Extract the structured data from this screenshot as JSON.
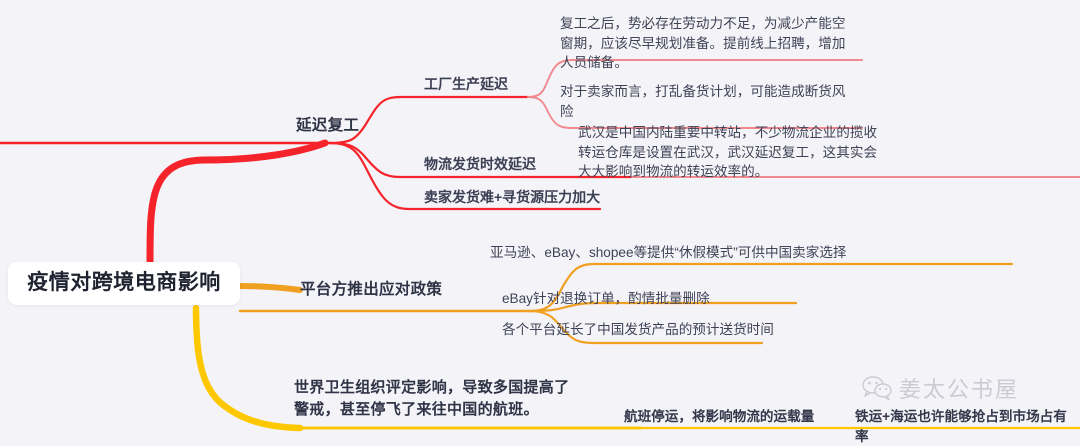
{
  "root": {
    "label": "疫情对跨境电商影响"
  },
  "colors": {
    "branch_delay": "#f5242b",
    "branch_platform": "#f0a020",
    "branch_global": "#fdc800",
    "background": "#f4f3f8",
    "node_fill": "#ffffff",
    "text": "#3a3e52"
  },
  "branches": [
    {
      "id": "delayed-resumption",
      "label": "延迟复工",
      "color": "#f5242b",
      "children": [
        {
          "id": "factory-production-delay",
          "label": "工厂生产延迟",
          "leaves": [
            {
              "id": "labor-shortage",
              "text": "复工之后，势必存在劳动力不足，为减少产能空窗期，应该尽早规划准备。提前线上招聘，增加人员储备。"
            },
            {
              "id": "stock-plan-disruption",
              "text": "对于卖家而言，打乱备货计划，可能造成断货风险"
            }
          ]
        },
        {
          "id": "logistics-delay",
          "label": "物流发货时效延迟",
          "leaves": [
            {
              "id": "wuhan-hub",
              "text": "武汉是中国内陆重要中转站，不少物流企业的揽收转运仓库是设置在武汉，武汉延迟复工，这其实会大大影响到物流的转运效率的。"
            }
          ]
        },
        {
          "id": "shipping-sourcing-pressure",
          "label": "卖家发货难+寻货源压力加大",
          "leaves": []
        }
      ]
    },
    {
      "id": "platform-policies",
      "label": "平台方推出应对政策",
      "color": "#f0a020",
      "children": [
        {
          "id": "vacation-mode",
          "label": "亚马逊、eBay、shopee等提供“休假模式”可供中国卖家选择",
          "leaves": []
        },
        {
          "id": "ebay-returns",
          "label": "eBay针对退换订单，酌情批量删除",
          "leaves": []
        },
        {
          "id": "extended-delivery",
          "label": "各个平台延长了中国发货产品的预计送货时间",
          "leaves": []
        }
      ]
    },
    {
      "id": "global-response",
      "label": "世界卫生组织评定影响，导致多国提高了\n警戒，甚至停飞了来往中国的航班。",
      "color": "#fdc800",
      "children": [
        {
          "id": "flight-suspension",
          "label": "航班停运，将影响物流的运载量",
          "leaves": []
        },
        {
          "id": "rail-sea-share",
          "label": "铁运+海运也许能够抢占到市场占有率",
          "leaves": []
        }
      ]
    }
  ],
  "watermark": {
    "icon": "wechat-icon",
    "text": "姜太公书屋"
  }
}
